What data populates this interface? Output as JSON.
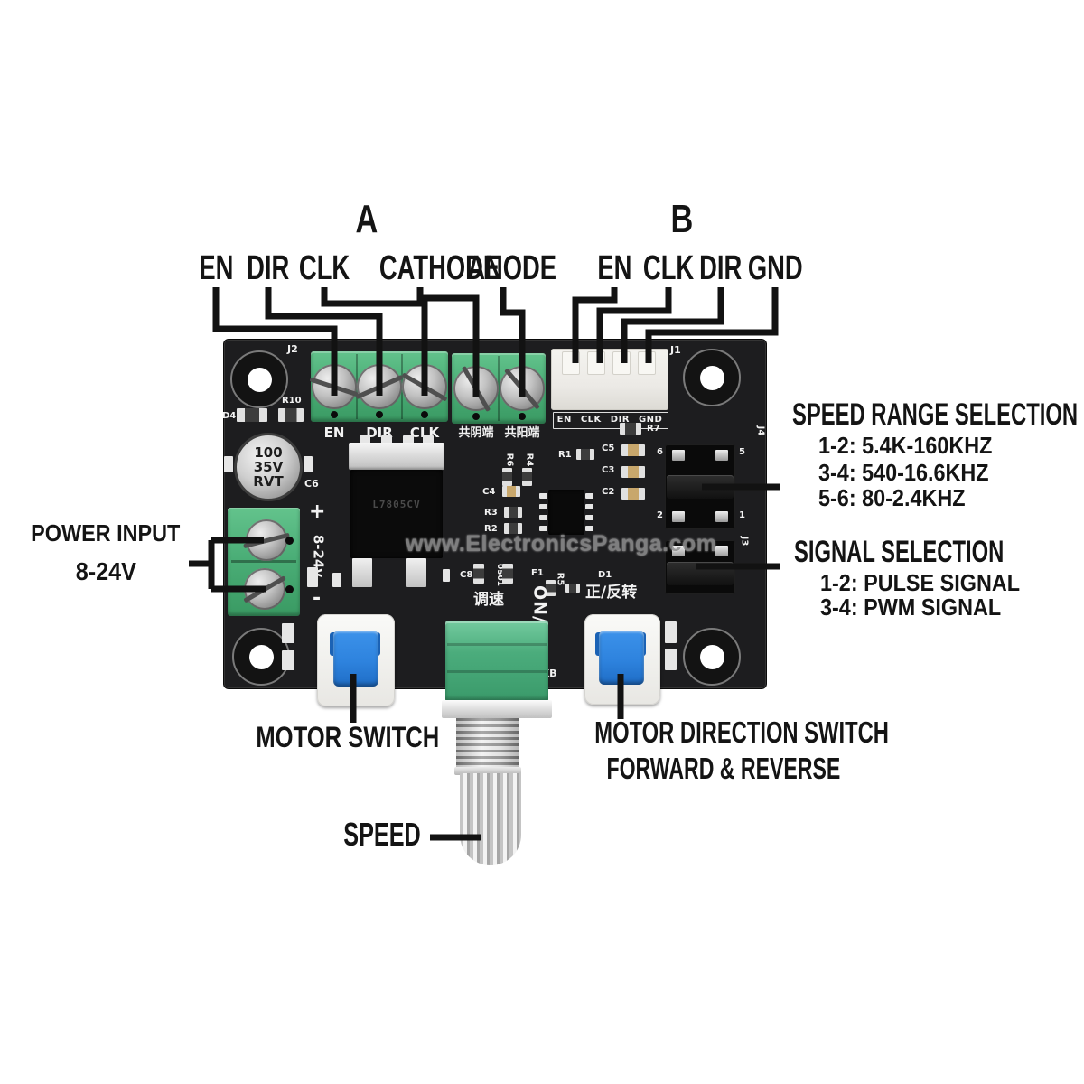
{
  "title_labels": {
    "a": "A",
    "b": "B"
  },
  "pin_labels_a": [
    "EN",
    "DIR",
    "CLK",
    "CATHODE",
    "ANODE"
  ],
  "pin_labels_b": [
    "EN",
    "CLK",
    "DIR",
    "GND"
  ],
  "callouts": {
    "power_input_line1": "POWER INPUT",
    "power_input_line2": "8-24V",
    "speed_range_title": "SPEED RANGE SELECTION",
    "speed_range_items": [
      "1-2: 5.4K-160KHZ",
      "3-4: 540-16.6KHZ",
      "5-6: 80-2.4KHZ"
    ],
    "signal_title": "SIGNAL SELECTION",
    "signal_items": [
      "1-2: PULSE SIGNAL",
      "3-4: PWM SIGNAL"
    ],
    "motor_switch": "MOTOR SWITCH",
    "motor_direction_line1": "MOTOR DIRECTION SWITCH",
    "motor_direction_line2": "FORWARD & REVERSE",
    "speed": "SPEED"
  },
  "watermark": "www.ElectronicsPanga.com",
  "board_silkscreen": {
    "j1": "J1",
    "j2": "J2",
    "terminal_labels": [
      "EN",
      "DIR",
      "CLK",
      "共阴端",
      "共阳端"
    ],
    "connector_labels": "EN CLK DIR GND",
    "power_plus": "+",
    "power_range": "8-24v",
    "power_minus": "-",
    "cap_lines": [
      "100",
      "35V",
      "RVT"
    ],
    "c6": "C6",
    "r10": "R10",
    "d4": "D4",
    "regulator_marking": "L7805CV",
    "r1": "R1",
    "r6": "R6",
    "r4": "R4",
    "c4": "C4",
    "r3": "R3",
    "r2": "R2",
    "r7": "R7",
    "c5": "C5",
    "c3": "C3",
    "c2": "C2",
    "j4": "J4",
    "j3": "J3",
    "jumper_pin_1": "1",
    "jumper_pin_2": "2",
    "jumper_pin_5": "5",
    "jumper_pin_6": "6",
    "d1": "D1",
    "f1": "F1",
    "r5": "R5",
    "c8": "C8",
    "osc_marking": "0501",
    "on_off": "ON/OFF",
    "speed_cn": "调速",
    "direction_cn": "正/反转",
    "pot_marking": "2KB"
  },
  "colors": {
    "board": "#1d1d1f",
    "terminal_green": "#4eb37c",
    "switch_blue": "#2f85e0",
    "connector_white": "#ecebe7",
    "silkscreen": "#f2f2f2",
    "annotation_text": "#141414",
    "watermark_gray": "#909090"
  }
}
